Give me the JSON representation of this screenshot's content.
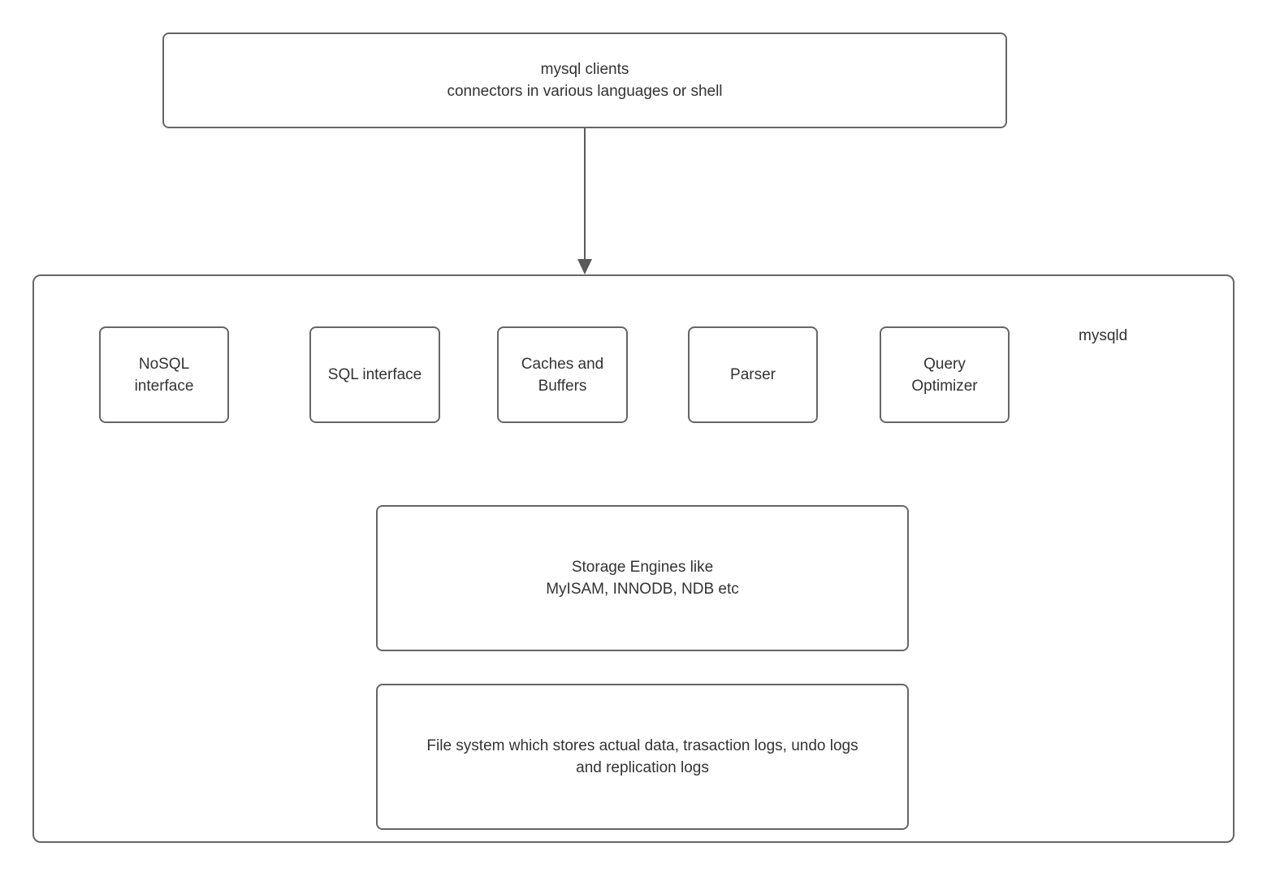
{
  "colors": {
    "background": "#ffffff",
    "box_border": "#666666",
    "arrow": "#595959",
    "text": "#333333"
  },
  "client_box": {
    "label": "mysql clients\nconnectors in various languages or shell"
  },
  "server": {
    "label": "mysqld",
    "components": [
      {
        "label": "NoSQL\ninterface"
      },
      {
        "label": "SQL interface"
      },
      {
        "label": "Caches and\nBuffers"
      },
      {
        "label": "Parser"
      },
      {
        "label": "Query\nOptimizer"
      }
    ],
    "storage_box": {
      "label": "Storage Engines like\nMyISAM, INNODB, NDB etc"
    },
    "filesystem_box": {
      "label": "File system which stores actual data, trasaction logs, undo logs\nand replication logs"
    }
  }
}
